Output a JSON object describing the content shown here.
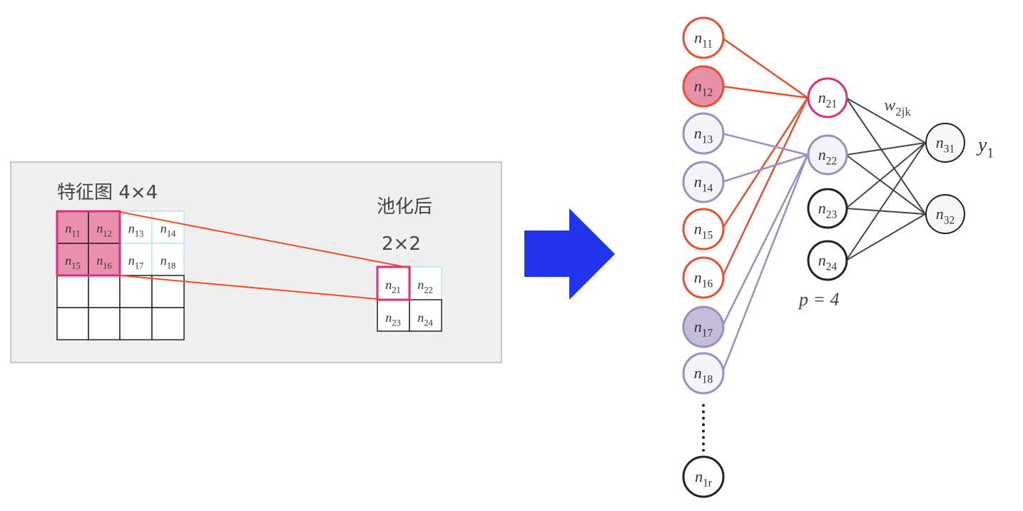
{
  "left_panel": {
    "title": "特征图 4×4",
    "pooled_title": "池化后",
    "pooled_size": "2×2",
    "feature_cells": [
      {
        "base": "n",
        "sub": "11",
        "highlight": true
      },
      {
        "base": "n",
        "sub": "12",
        "highlight": true
      },
      {
        "base": "n",
        "sub": "13",
        "highlight": false
      },
      {
        "base": "n",
        "sub": "14",
        "highlight": false
      },
      {
        "base": "n",
        "sub": "15",
        "highlight": true
      },
      {
        "base": "n",
        "sub": "16",
        "highlight": true
      },
      {
        "base": "n",
        "sub": "17",
        "highlight": false
      },
      {
        "base": "n",
        "sub": "18",
        "highlight": false
      }
    ],
    "pooled_cells": [
      {
        "base": "n",
        "sub": "21"
      },
      {
        "base": "n",
        "sub": "22"
      },
      {
        "base": "n",
        "sub": "23"
      },
      {
        "base": "n",
        "sub": "24"
      }
    ]
  },
  "arrow": {
    "color": "#2233ee",
    "icon": "right-arrow-icon"
  },
  "network": {
    "input_nodes": [
      {
        "base": "n",
        "sub": "11",
        "style": "orange"
      },
      {
        "base": "n",
        "sub": "12",
        "style": "orange-filled"
      },
      {
        "base": "n",
        "sub": "13",
        "style": "purple"
      },
      {
        "base": "n",
        "sub": "14",
        "style": "purple"
      },
      {
        "base": "n",
        "sub": "15",
        "style": "orange"
      },
      {
        "base": "n",
        "sub": "16",
        "style": "orange"
      },
      {
        "base": "n",
        "sub": "17",
        "style": "purple-filled"
      },
      {
        "base": "n",
        "sub": "18",
        "style": "purple"
      },
      {
        "base": "n",
        "sub": "1r",
        "style": "plain"
      }
    ],
    "hidden_nodes": [
      {
        "base": "n",
        "sub": "21",
        "style": "pink"
      },
      {
        "base": "n",
        "sub": "22",
        "style": "purple"
      },
      {
        "base": "n",
        "sub": "23",
        "style": "plain"
      },
      {
        "base": "n",
        "sub": "24",
        "style": "plain"
      }
    ],
    "output_nodes": [
      {
        "base": "n",
        "sub": "31"
      },
      {
        "base": "n",
        "sub": "32"
      }
    ],
    "weight_label": {
      "base": "w",
      "sub": "2jk"
    },
    "output_label": {
      "base": "y",
      "sub": "1"
    },
    "pool_label": "p = 4",
    "colors": {
      "orange": "#e8502a",
      "pink": "#d8307a",
      "purple": "#9a90c0",
      "dark": "#444444",
      "pink_fill": "#e890a8",
      "purple_fill": "#c4bcd8"
    }
  }
}
